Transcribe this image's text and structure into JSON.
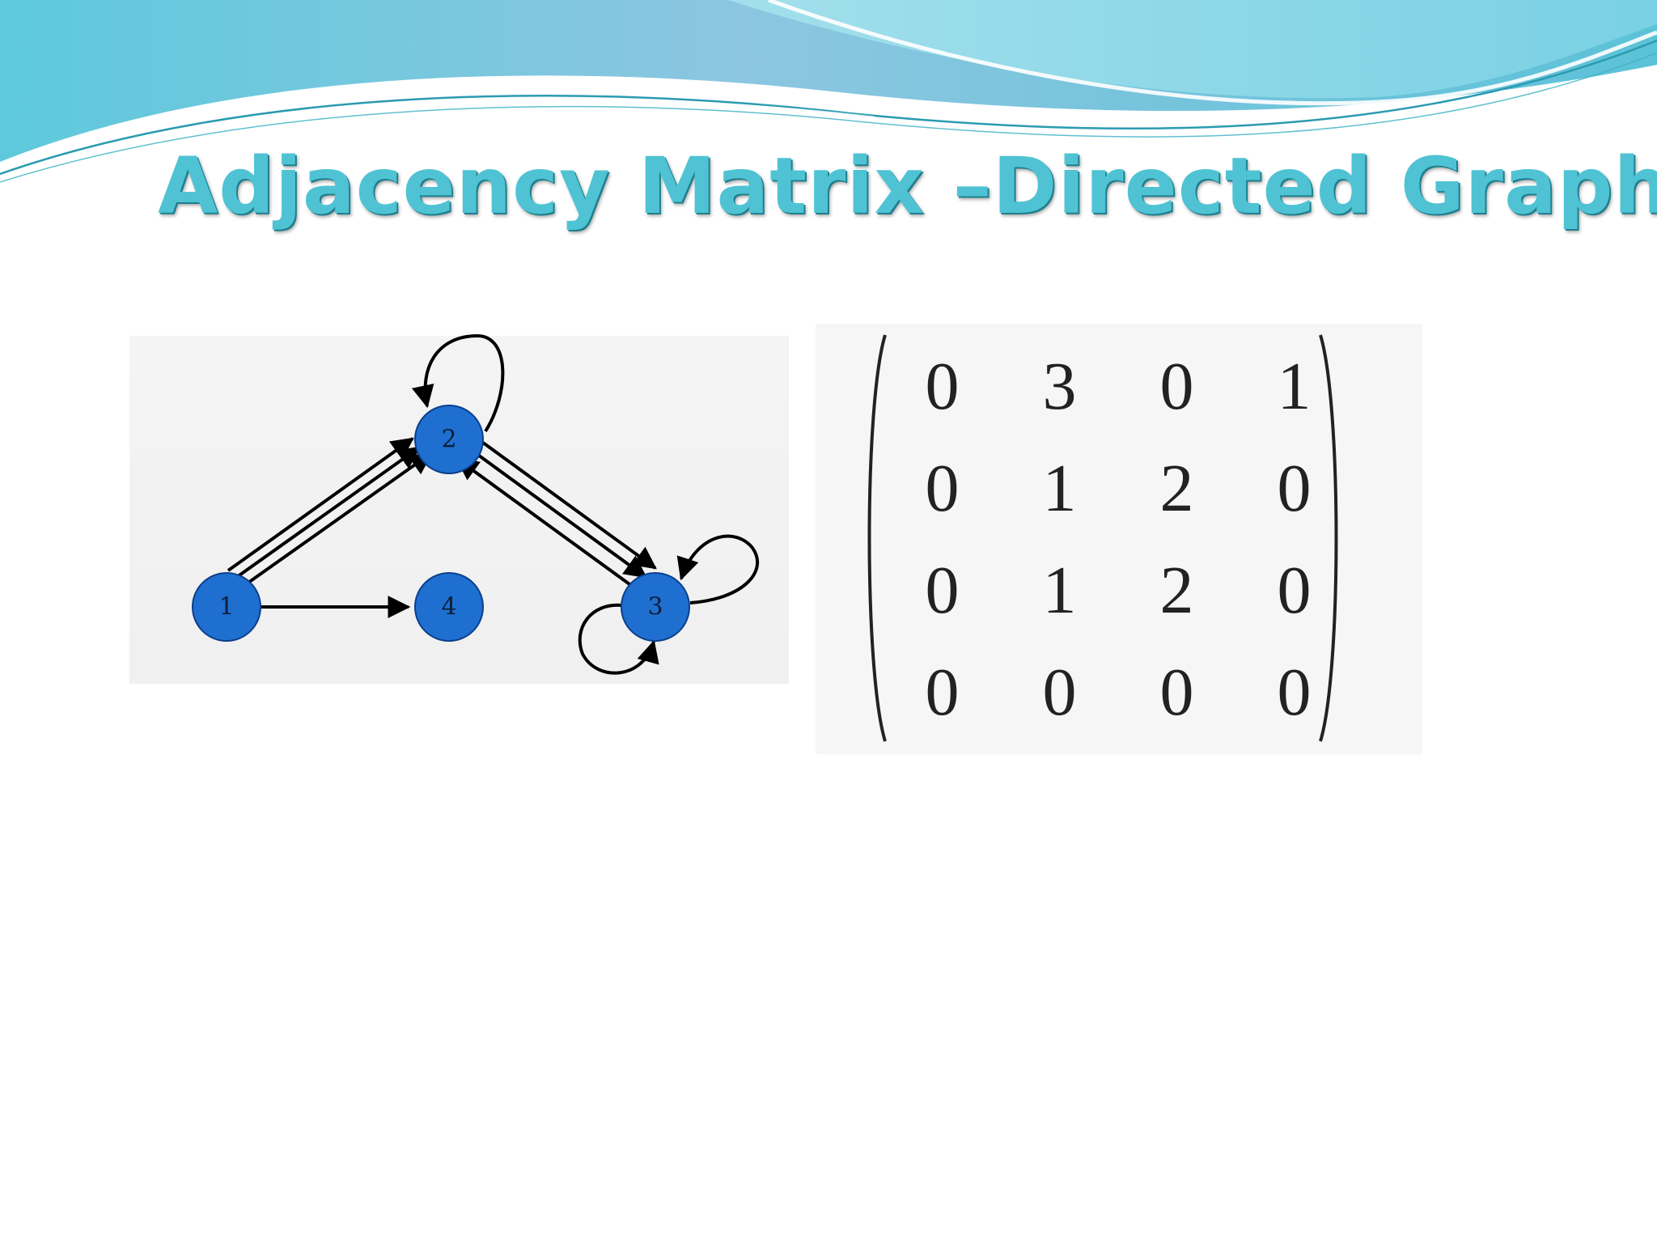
{
  "slide": {
    "title": "Adjacency Matrix –Directed Graph",
    "accent_color": "#4fc3d4"
  },
  "graph": {
    "node_fill": "#1f6fd1",
    "nodes": [
      {
        "id": "n1",
        "label": "1"
      },
      {
        "id": "n2",
        "label": "2"
      },
      {
        "id": "n3",
        "label": "3"
      },
      {
        "id": "n4",
        "label": "4"
      }
    ]
  },
  "matrix": {
    "rows": [
      [
        "0",
        "3",
        "0",
        "1"
      ],
      [
        "0",
        "1",
        "2",
        "0"
      ],
      [
        "0",
        "1",
        "2",
        "0"
      ],
      [
        "0",
        "0",
        "0",
        "0"
      ]
    ]
  }
}
